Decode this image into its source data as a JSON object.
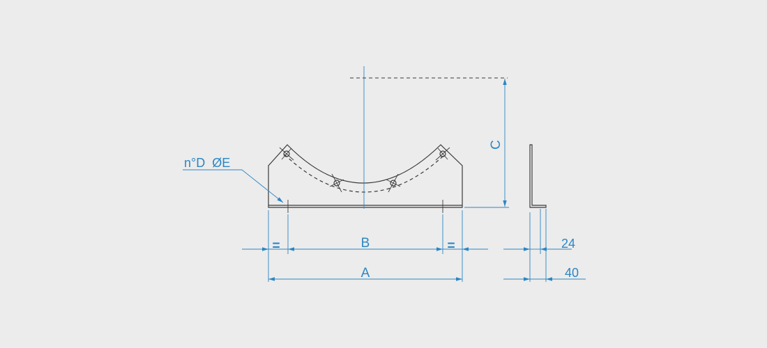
{
  "colors": {
    "background": "#ececec",
    "part": "#3a3a3a",
    "dimension": "#2b86c4"
  },
  "labels": {
    "hole_callout": "n°D  ØE",
    "dim_A": "A",
    "dim_B": "B",
    "dim_C": "C",
    "equal_left": "=",
    "equal_right": "=",
    "dim_24": "24",
    "dim_40": "40"
  }
}
